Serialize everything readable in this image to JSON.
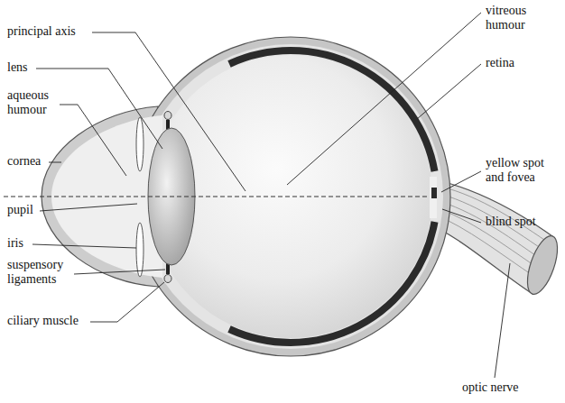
{
  "diagram": {
    "labels": [
      "principal axis",
      "lens",
      "aqueous humour",
      "cornea",
      "pupil",
      "iris",
      "suspensory ligaments",
      "ciliary muscle",
      "vitreous humour",
      "retina",
      "yellow spot and fovea",
      "blind spot",
      "optic nerve"
    ]
  }
}
